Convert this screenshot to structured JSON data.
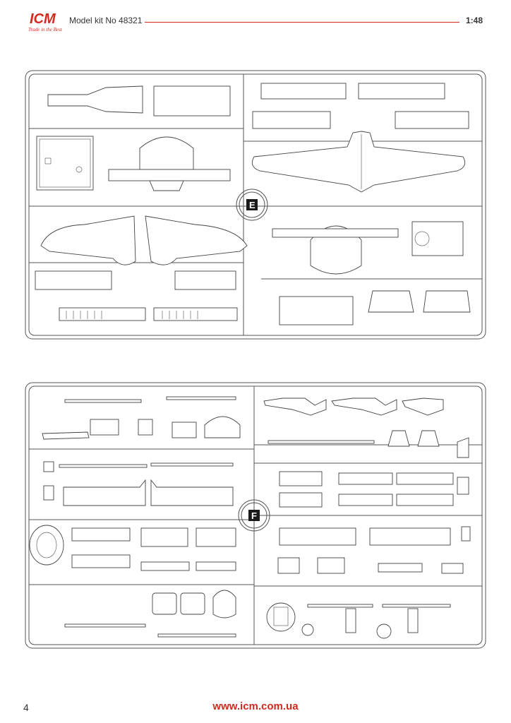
{
  "header": {
    "brand": "ICM",
    "tagline": "Trade in the Best",
    "model_kit": "Model kit No 48321",
    "scale": "1:48"
  },
  "sprues": [
    {
      "letter": "E"
    },
    {
      "letter": "F"
    }
  ],
  "footer": {
    "page_number": "4",
    "url": "www.icm.com.ua"
  },
  "colors": {
    "accent": "#d42a1e",
    "line": "#444444"
  }
}
